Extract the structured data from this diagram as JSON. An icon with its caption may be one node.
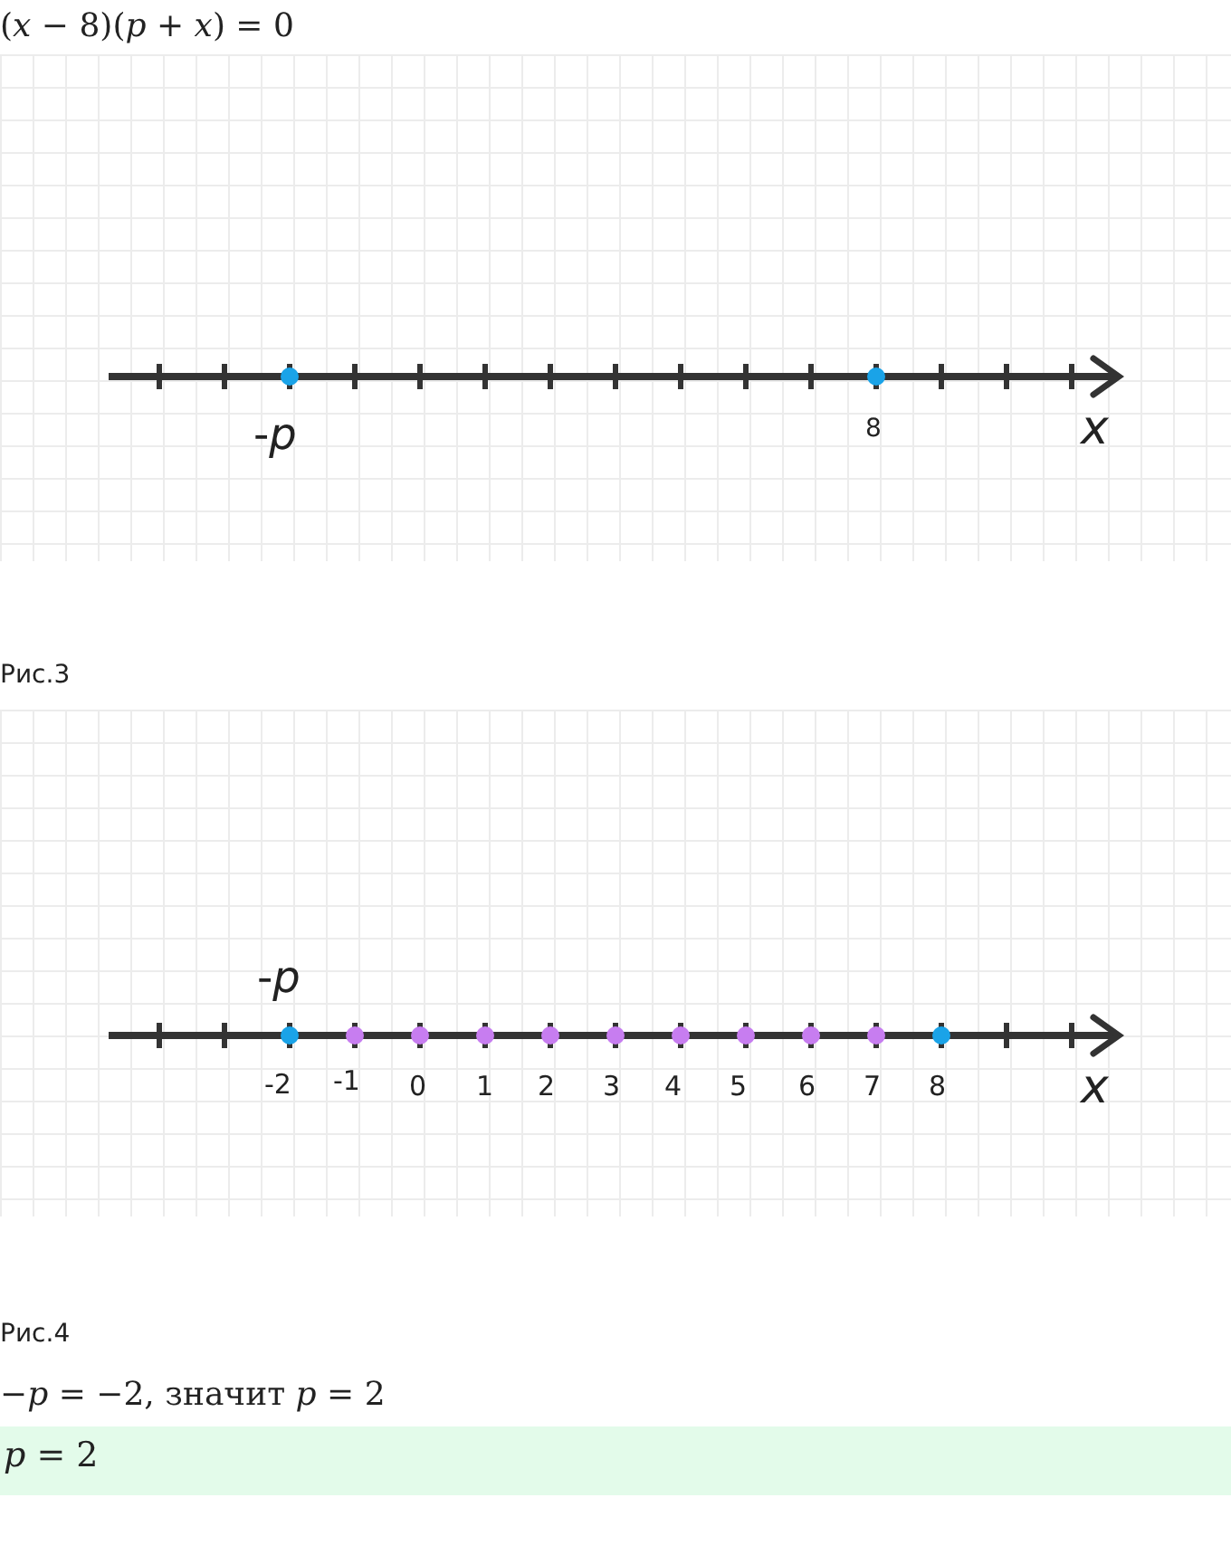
{
  "diagram": {
    "nodes": [
      {
        "text": [
          "*p* = 2"
        ]
      }
    ],
    "labels": [
      "(*x* − 8)(*p* + *x*) = 0",
      "-*p*",
      "8",
      "*x*",
      "Рис.3",
      "-*p*",
      "-2",
      "-1",
      "0",
      "1",
      "2",
      "3",
      "4",
      "5",
      "6",
      "7",
      "8",
      "*x*",
      "Рис.4",
      "−*p* = −2, значит *p* = 2"
    ]
  }
}
